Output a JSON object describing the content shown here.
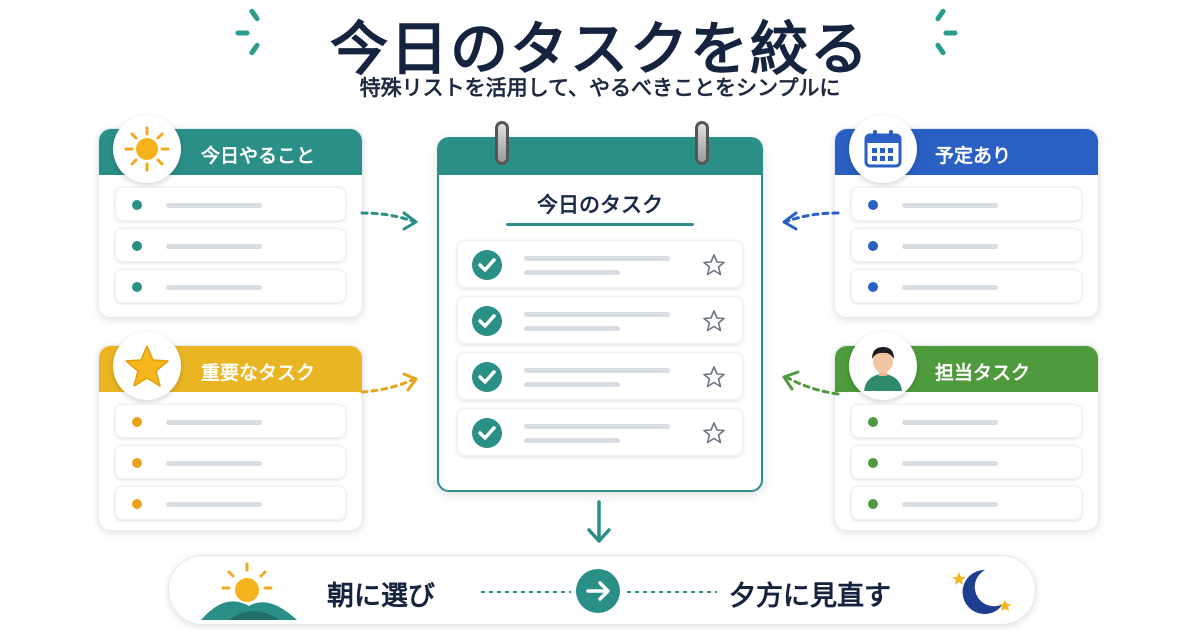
{
  "title": "今日のタスクを絞る",
  "subtitle": "特殊リストを活用して、やるべきことをシンプルに",
  "colors": {
    "teal": "#2a8f86",
    "yellow": "#e9b522",
    "blue": "#2a5fc4",
    "green": "#4e9a3c"
  },
  "lists": {
    "today": {
      "label": "今日やること",
      "icon": "sun-icon"
    },
    "important": {
      "label": "重要なタスク",
      "icon": "star-icon"
    },
    "planned": {
      "label": "予定あり",
      "icon": "calendar-icon"
    },
    "assigned": {
      "label": "担当タスク",
      "icon": "person-avatar-icon"
    }
  },
  "center": {
    "title": "今日のタスク",
    "rows": 4
  },
  "bottom": {
    "morning": "朝に選び",
    "evening": "夕方に見直す"
  }
}
